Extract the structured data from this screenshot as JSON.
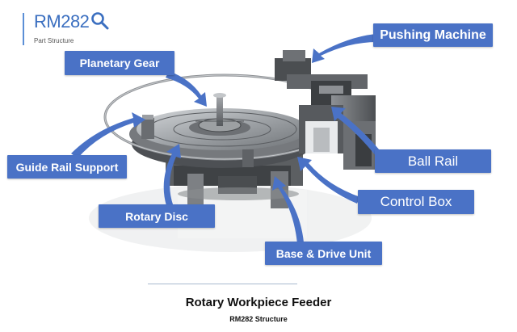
{
  "brand": {
    "title": "RM282",
    "subtitle": "Part Structure",
    "icon": "search-icon"
  },
  "labels": {
    "pushing_machine": "Pushing Machine",
    "planetary_gear": "Planetary Gear",
    "ball_rail": "Ball Rail",
    "guide_rail_support": "Guide Rail Support",
    "control_box": "Control Box",
    "rotary_disc": "Rotary Disc",
    "base_drive_unit": "Base & Drive Unit"
  },
  "caption": {
    "title": "Rotary Workpiece Feeder",
    "subtitle": "RM282 Structure"
  },
  "colors": {
    "label_bg": "#4a72c6",
    "arrow": "#4a72c6",
    "brand": "#3b6fc0"
  }
}
